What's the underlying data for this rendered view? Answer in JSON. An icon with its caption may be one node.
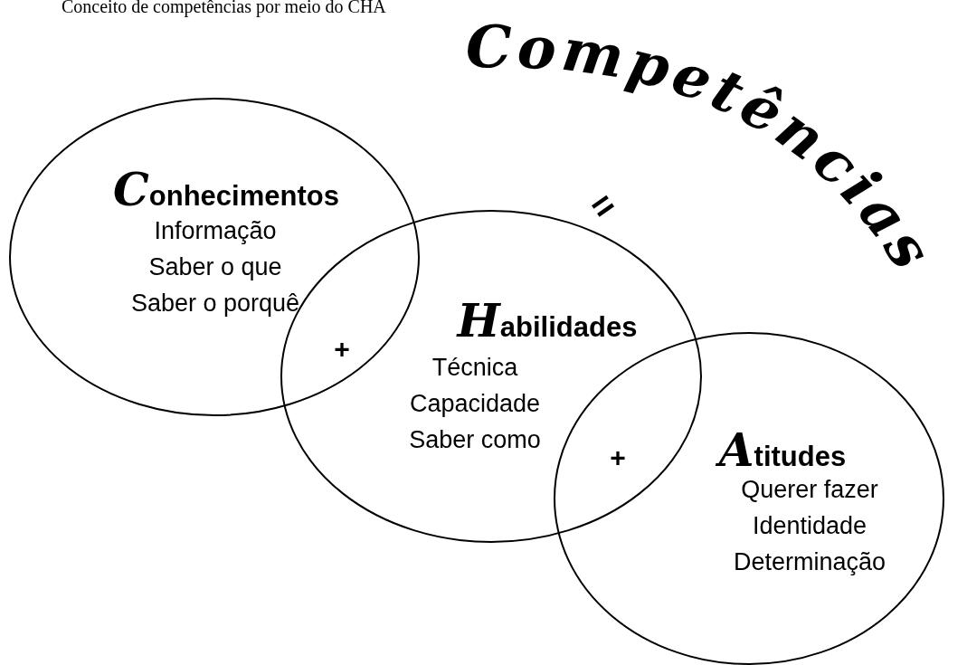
{
  "diagram": {
    "title": "Conceito de competências por meio do CHA",
    "nodes": [
      {
        "text": [
          "Conhecimentos",
          "Informação",
          "Saber o que",
          "Saber o porquê"
        ]
      },
      {
        "text": [
          "Habilidades",
          "Técnica",
          "Capacidade",
          "Saber como"
        ]
      },
      {
        "text": [
          "Atitudes",
          "Querer fazer",
          "Identidade",
          "Determinação"
        ]
      }
    ],
    "labels": [
      "Competências",
      "=",
      "+",
      "+"
    ]
  }
}
